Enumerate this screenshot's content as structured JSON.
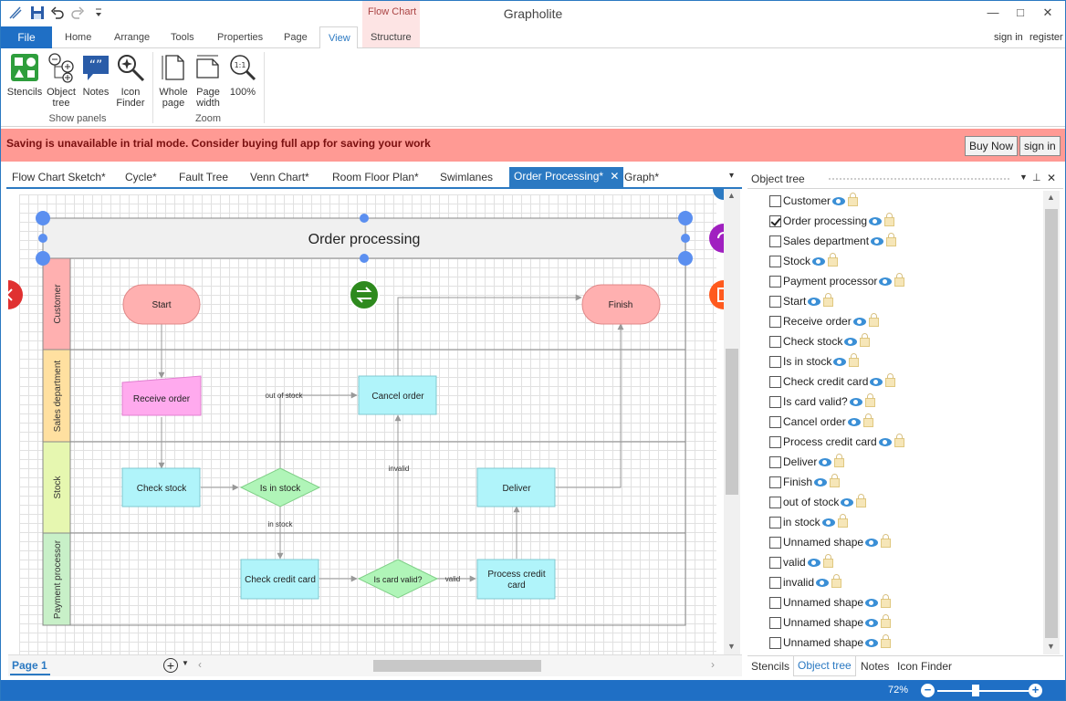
{
  "app": {
    "title": "Grapholite"
  },
  "ribbon": {
    "context_tab": "Flow Chart",
    "file_tab": "File",
    "tabs": [
      "Home",
      "Arrange",
      "Tools",
      "Properties",
      "Page",
      "View",
      "Structure"
    ],
    "auth": {
      "signin": "sign in",
      "register": "register"
    },
    "buttons": {
      "stencils": "Stencils",
      "object_tree_1": "Object",
      "object_tree_2": "tree",
      "notes": "Notes",
      "icon_finder_1": "Icon",
      "icon_finder_2": "Finder",
      "whole_page_1": "Whole",
      "whole_page_2": "page",
      "page_width_1": "Page",
      "page_width_2": "width",
      "zoom_100": "100%"
    },
    "groups": {
      "show_panels": "Show panels",
      "zoom": "Zoom"
    }
  },
  "banner": {
    "text": "Saving is unavailable in trial mode. Consider buying full app for saving your work",
    "buy": "Buy Now",
    "signin": "sign in"
  },
  "doc_tabs": [
    "Flow Chart Sketch*",
    "Cycle*",
    "Fault Tree",
    "Venn Chart*",
    "Room Floor Plan*",
    "Swimlanes",
    "Order Processing*",
    "Graph*"
  ],
  "diagram": {
    "title": "Order processing",
    "lanes": [
      "Customer",
      "Sales department",
      "Stock",
      "Payment processor"
    ],
    "lane_colors": [
      "#ffb0b0",
      "#ffe0a0",
      "#e6f7b0",
      "#c8f0c8"
    ],
    "shapes": {
      "start": "Start",
      "finish": "Finish",
      "receive_order": "Receive order",
      "cancel_order": "Cancel order",
      "check_stock": "Check stock",
      "is_in_stock": "Is in stock",
      "deliver": "Deliver",
      "check_credit_card": "Check credit card",
      "is_card_valid": "Is card valid?",
      "process_credit_card_1": "Process credit",
      "process_credit_card_2": "card"
    },
    "labels": {
      "out_of_stock": "out of stock",
      "invalid": "invalid",
      "in_stock": "in stock",
      "valid": "valid"
    }
  },
  "page_tab": "Page 1",
  "object_tree": {
    "title": "Object tree",
    "items": [
      {
        "label": "Customer",
        "checked": false
      },
      {
        "label": "Order processing",
        "checked": true
      },
      {
        "label": "Sales department",
        "checked": false
      },
      {
        "label": "Stock",
        "checked": false
      },
      {
        "label": "Payment processor",
        "checked": false
      },
      {
        "label": "Start",
        "checked": false
      },
      {
        "label": "Receive order",
        "checked": false
      },
      {
        "label": "Check stock",
        "checked": false
      },
      {
        "label": "Is in stock",
        "checked": false
      },
      {
        "label": "Check credit card",
        "checked": false
      },
      {
        "label": "Is card valid?",
        "checked": false
      },
      {
        "label": "Cancel order",
        "checked": false
      },
      {
        "label": "Process credit card",
        "checked": false
      },
      {
        "label": "Deliver",
        "checked": false
      },
      {
        "label": "Finish",
        "checked": false
      },
      {
        "label": "out of stock",
        "checked": false
      },
      {
        "label": "in stock",
        "checked": false
      },
      {
        "label": "Unnamed shape",
        "checked": false
      },
      {
        "label": "valid",
        "checked": false
      },
      {
        "label": "invalid",
        "checked": false
      },
      {
        "label": "Unnamed shape",
        "checked": false
      },
      {
        "label": "Unnamed shape",
        "checked": false
      },
      {
        "label": "Unnamed shape",
        "checked": false
      }
    ]
  },
  "panel_tabs": [
    "Stencils",
    "Object tree",
    "Notes",
    "Icon Finder"
  ],
  "status": {
    "zoom": "72%"
  },
  "colors": {
    "accent": "#1f6fc5",
    "banner": "#ff9a94",
    "selection": "#5b8ff0"
  }
}
